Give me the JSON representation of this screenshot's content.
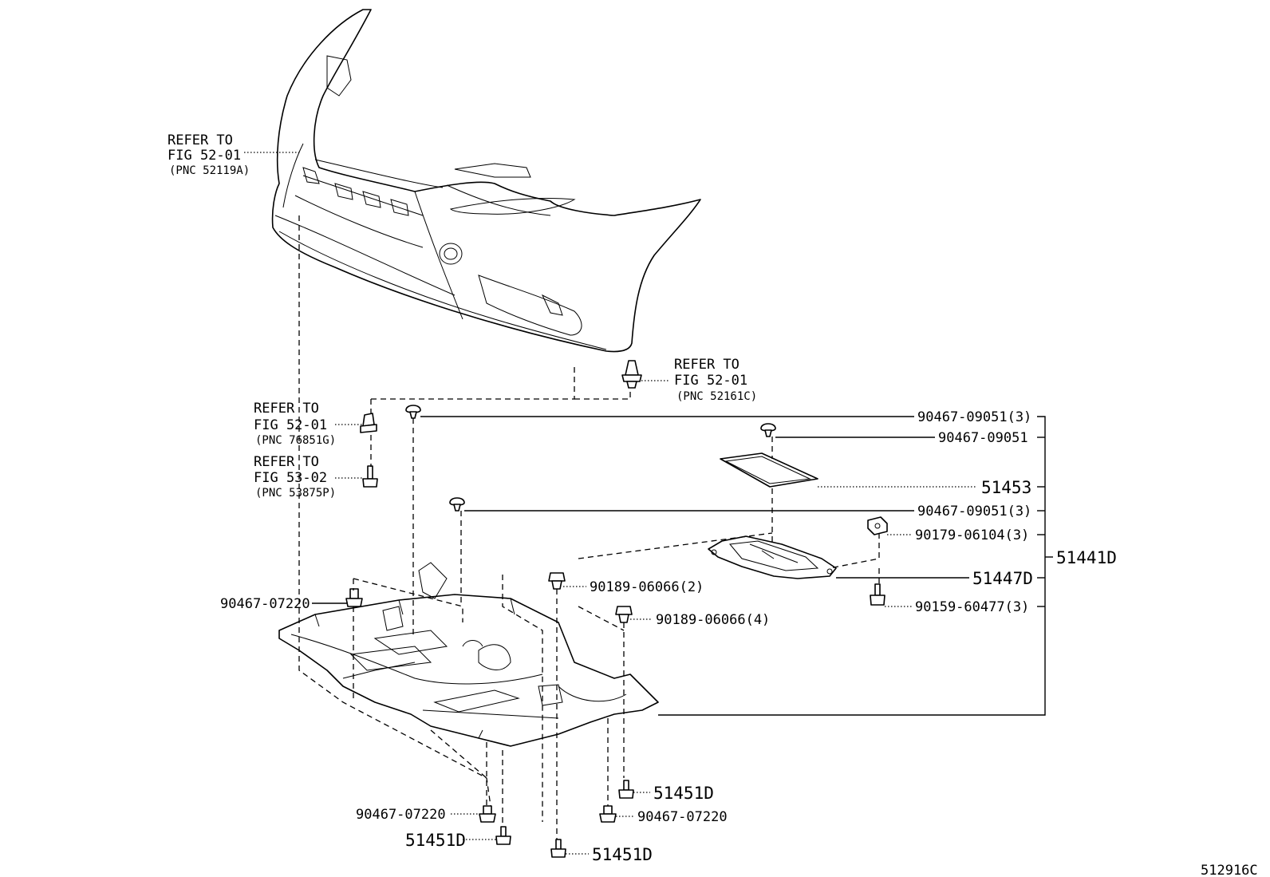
{
  "refs": {
    "bumper_refer": "REFER TO",
    "bumper_fig": "FIG 52-01",
    "bumper_pnc": "(PNC 52119A)",
    "clip_refer": "REFER TO",
    "clip_fig": "FIG 52-01",
    "clip_pnc": "(PNC 52161C)",
    "retainer_refer": "REFER TO",
    "retainer_fig": "FIG 52-01",
    "retainer_pnc": "(PNC 76851G)",
    "bolt_refer": "REFER TO",
    "bolt_fig": "FIG 53-02",
    "bolt_pnc": "(PNC 53875P)"
  },
  "callouts": {
    "clip_top_a": "90467-09051(3)",
    "clip_top_b": "90467-09051",
    "cover_plate": "51453",
    "clip_mid": "90467-09051(3)",
    "nut_right": "90179-06104(3)",
    "assembly": "51441D",
    "bracket": "51447D",
    "bolt_right": "90159-60477(3)",
    "screw_a": "90189-06066(2)",
    "screw_b": "90189-06066(4)",
    "clip_left": "90467-07220",
    "screw_bottom_right": "51451D",
    "clip_bottom_left": "90467-07220",
    "clip_bottom_right": "90467-07220",
    "screw_bottom_left": "51451D",
    "screw_bottom_center": "51451D"
  },
  "diagram_id": "512916C"
}
